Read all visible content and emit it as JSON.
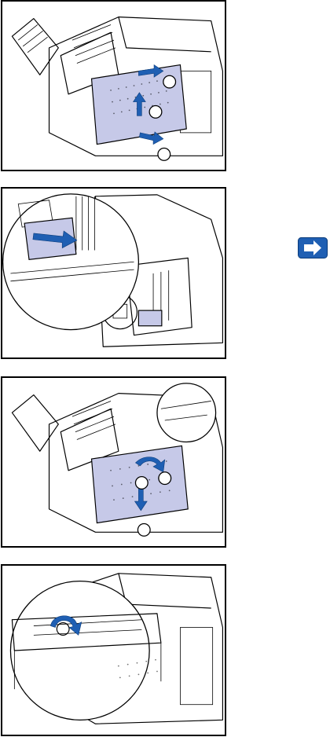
{
  "figures": [
    {
      "name": "panel-remove-cover",
      "callouts": 3
    },
    {
      "name": "panel-install-card",
      "callouts": 0
    },
    {
      "name": "panel-replace-cover",
      "callouts": 3
    },
    {
      "name": "panel-turn-screw",
      "callouts": 0
    }
  ],
  "navigation": {
    "next_icon": "next-page-arrow-icon"
  },
  "colors": {
    "accent": "#1f5fb3",
    "plate": "#c6c9e8",
    "border": "#000000"
  }
}
